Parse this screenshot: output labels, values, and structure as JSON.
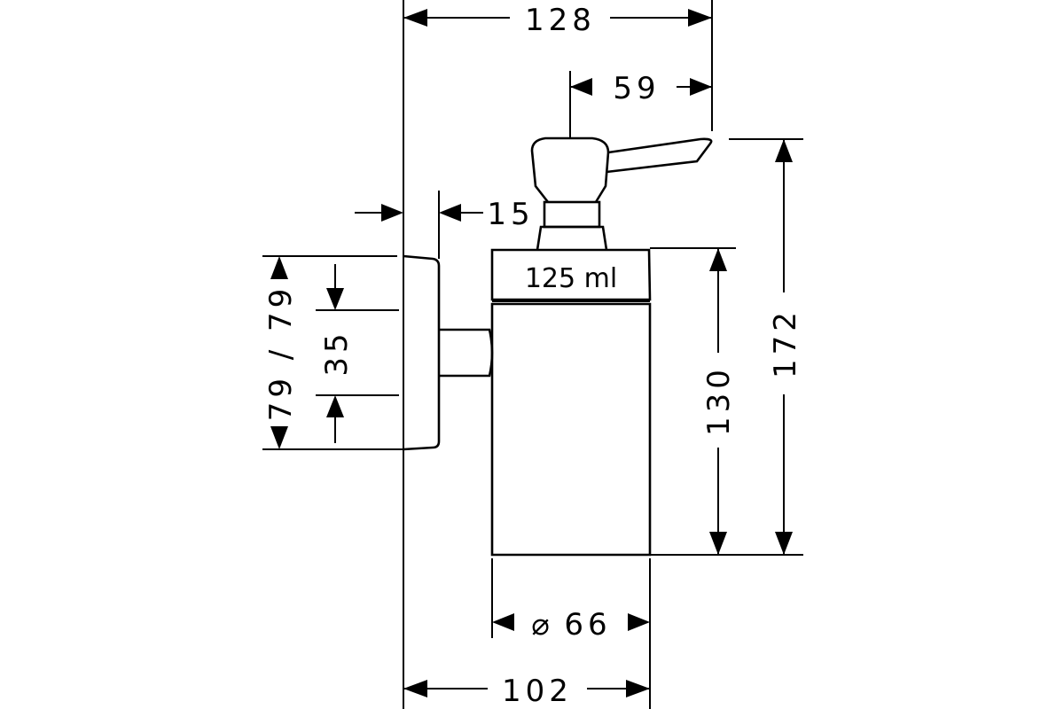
{
  "dimensions": {
    "overall_width": "128",
    "spout_reach": "59",
    "wall_offset": "15",
    "overall_height": "172",
    "container_height": "130",
    "container_diameter": "66",
    "diameter_symbol": "⌀",
    "projection": "102",
    "flange_spacing": "35",
    "flange_size": "79 / 79"
  },
  "labels": {
    "capacity": "125 ml"
  }
}
